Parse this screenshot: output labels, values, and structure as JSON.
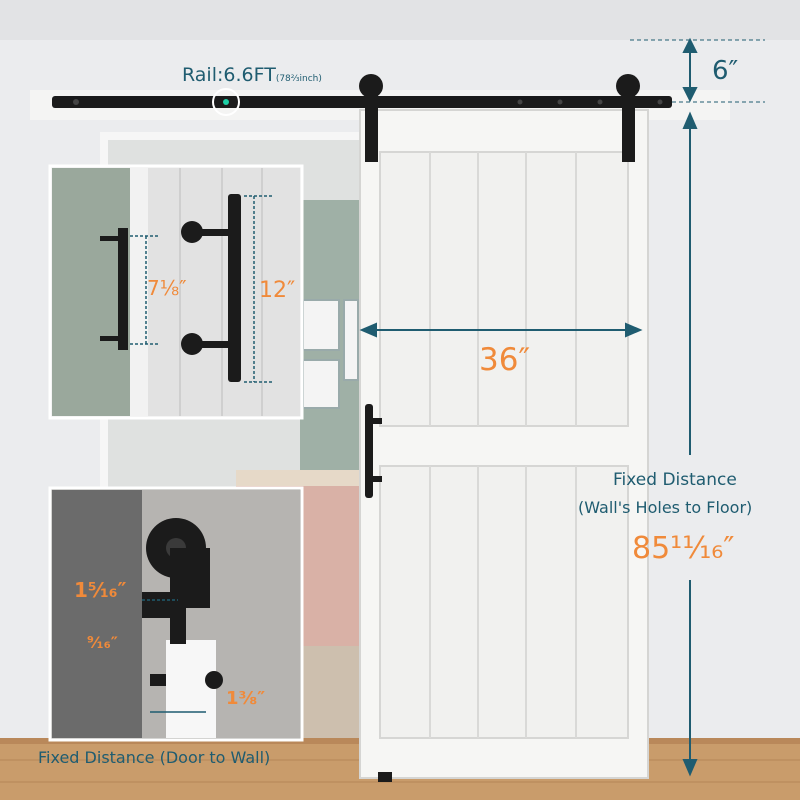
{
  "rail": {
    "label": "Rail:6.6FT",
    "label_sub": "(78⅔inch)"
  },
  "dimensions": {
    "top_clearance": "6″",
    "door_width": "36″",
    "fixed_distance_title": "Fixed Distance",
    "fixed_distance_subtitle": "(Wall's Holes to Floor)",
    "fixed_distance_value": "85¹¹⁄₁₆″"
  },
  "handle": {
    "mount_spacing": "7⅛″",
    "length": "12″"
  },
  "hanger": {
    "spacer": "1⁵⁄₁₆″",
    "gap": "⁹⁄₁₆″",
    "depth": "1⅜″",
    "caption": "Fixed Distance (Door to Wall)"
  },
  "colors": {
    "accent_orange": "#f08a3a",
    "line_teal": "#1f5c70",
    "hardware_black": "#1b1b1b",
    "door_white": "#f6f6f4"
  }
}
